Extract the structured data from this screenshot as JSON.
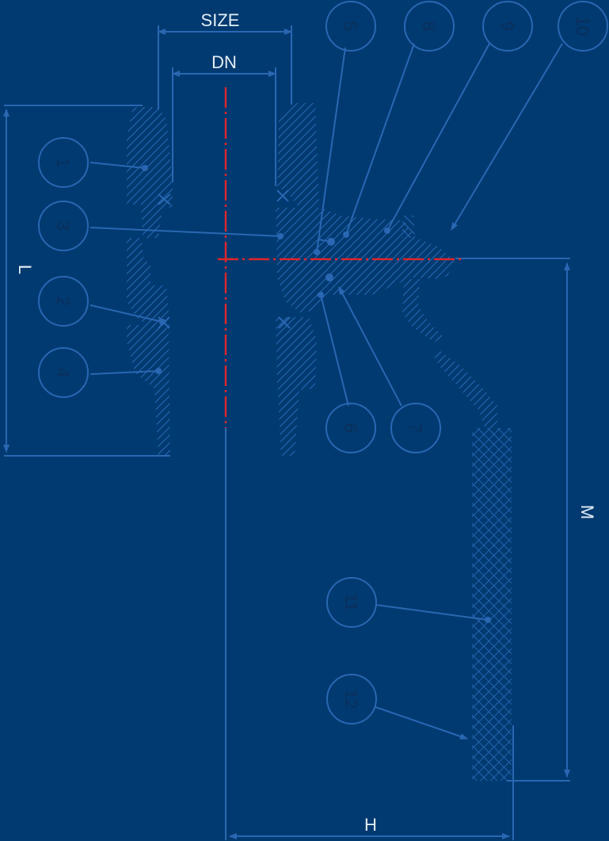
{
  "dimensions": {
    "size": "SIZE",
    "dn": "DN",
    "l": "L",
    "m": "M",
    "h": "H"
  },
  "callouts": [
    {
      "label": "1"
    },
    {
      "label": "3"
    },
    {
      "label": "2"
    },
    {
      "label": "4"
    },
    {
      "label": "5"
    },
    {
      "label": "8"
    },
    {
      "label": "9"
    },
    {
      "label": "10"
    },
    {
      "label": "6"
    },
    {
      "label": "7"
    },
    {
      "label": "11"
    },
    {
      "label": "12"
    }
  ],
  "colors": {
    "background": "#003a70",
    "line": "#2a67b3",
    "centerline": "#e0262b",
    "balloon_fill": "#003a70"
  }
}
